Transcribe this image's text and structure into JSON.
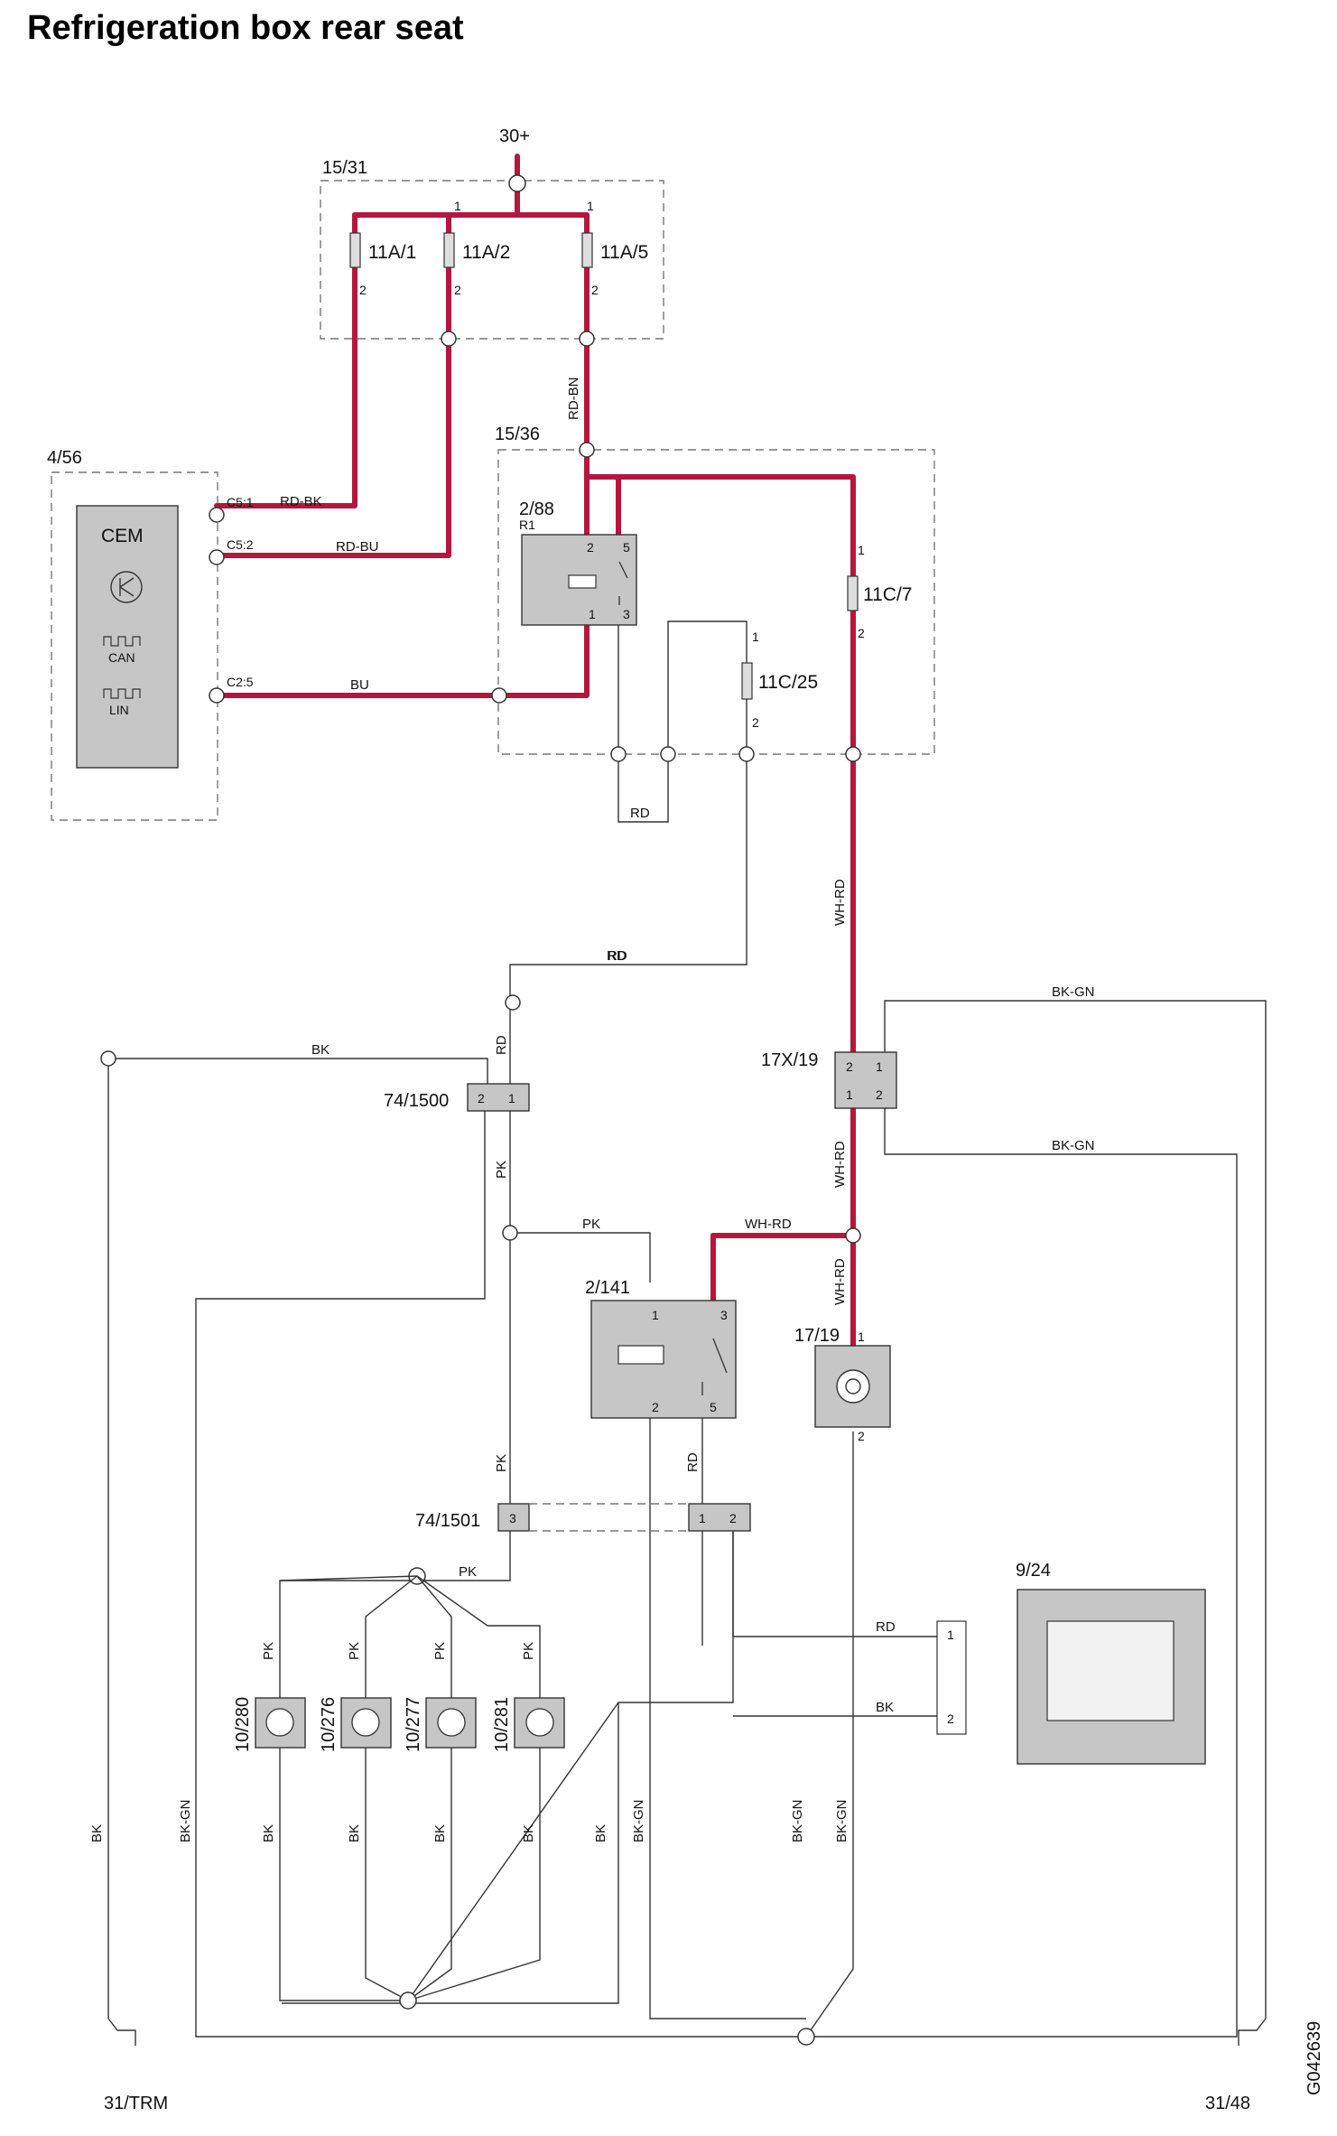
{
  "title": "Refrigeration box rear seat",
  "drawing_id": "G042639",
  "supply": "30+",
  "grounds": {
    "left": "31/TRM",
    "right": "31/48"
  },
  "fusebox_top": {
    "id": "15/31",
    "fuses": [
      "11A/1",
      "11A/2",
      "11A/5"
    ]
  },
  "cem": {
    "id": "4/56",
    "label": "CEM",
    "can": "CAN",
    "lin": "LIN",
    "pins": [
      "C5:1",
      "C5:2",
      "C2:5"
    ]
  },
  "box_15_36": {
    "id": "15/36",
    "relay": "2/88",
    "relay_ref": "R1",
    "fuses": [
      "11C/7",
      "11C/25"
    ]
  },
  "wires": {
    "rd_bk": "RD-BK",
    "rd_bu": "RD-BU",
    "bu": "BU",
    "rd_bn": "RD-BN",
    "rd": "RD",
    "wh_rd": "WH-RD",
    "bk_gn": "BK-GN",
    "bk": "BK",
    "pk": "PK"
  },
  "connectors": {
    "c74_1500": "74/1500",
    "c17x_19": "17X/19",
    "c74_1501": "74/1501"
  },
  "relay2": "2/141",
  "switch": "17/19",
  "cooler": "9/24",
  "leds": [
    "10/280",
    "10/276",
    "10/277",
    "10/281"
  ],
  "pin_numbers": [
    "1",
    "2",
    "3",
    "5"
  ],
  "colors": {
    "power_wire": "#b5163f",
    "component_fill": "#c6c6c6",
    "thin_wire": "#333333"
  }
}
